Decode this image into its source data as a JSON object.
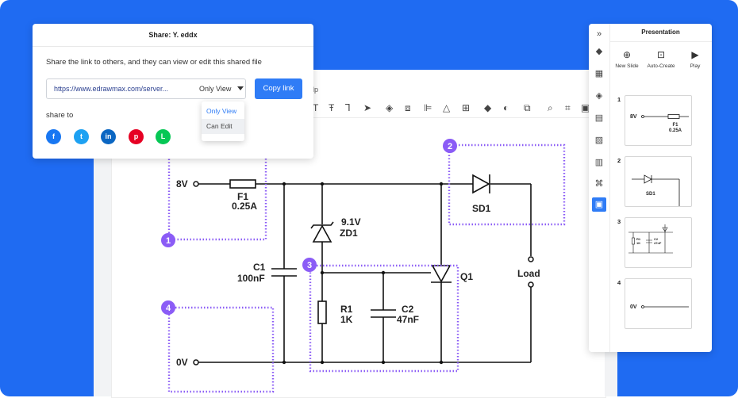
{
  "share_dialog": {
    "title": "Share: Y. eddx",
    "description": "Share the link to others, and they can view or edit this shared file",
    "link_value": "https://www.edrawmax.com/server...",
    "permission": "Only View",
    "copy_label": "Copy link",
    "share_to_label": "share to",
    "permission_options": [
      "Only View",
      "Can Edit"
    ],
    "social": [
      {
        "name": "facebook",
        "glyph": "f",
        "color": "#1877f2"
      },
      {
        "name": "twitter",
        "glyph": "t",
        "color": "#1da1f2"
      },
      {
        "name": "linkedin",
        "glyph": "in",
        "color": "#0a66c2"
      },
      {
        "name": "pinterest",
        "glyph": "p",
        "color": "#e60023"
      },
      {
        "name": "line",
        "glyph": "L",
        "color": "#06c755"
      }
    ]
  },
  "editor": {
    "menu_partial": "lp"
  },
  "circuit": {
    "voltage_top": "8V",
    "voltage_bottom": "0V",
    "fuse_name": "F1",
    "fuse_value": "0.25A",
    "zener_voltage": "9.1V",
    "zener_name": "ZD1",
    "cap1_name": "C1",
    "cap1_value": "100nF",
    "diode_name": "SD1",
    "transistor_name": "Q1",
    "load_label": "Load",
    "resistor_name": "R1",
    "resistor_value": "1K",
    "cap2_name": "C2",
    "cap2_value": "47nF",
    "badges": [
      "1",
      "2",
      "3",
      "4"
    ],
    "accent_color": "#8b5cf6"
  },
  "presentation": {
    "title": "Presentation",
    "tools": [
      {
        "label": "New Slide",
        "icon": "plus-circle-icon"
      },
      {
        "label": "Auto-Create",
        "icon": "auto-create-icon"
      },
      {
        "label": "Play",
        "icon": "play-icon"
      }
    ],
    "slides": [
      {
        "number": "1",
        "texts": [
          "8V",
          "F1",
          "0.25A"
        ]
      },
      {
        "number": "2",
        "texts": [
          "SD1"
        ]
      },
      {
        "number": "3",
        "texts": [
          "R1",
          "1K",
          "C2",
          "47nF"
        ]
      },
      {
        "number": "4",
        "texts": [
          "0V"
        ]
      }
    ]
  }
}
